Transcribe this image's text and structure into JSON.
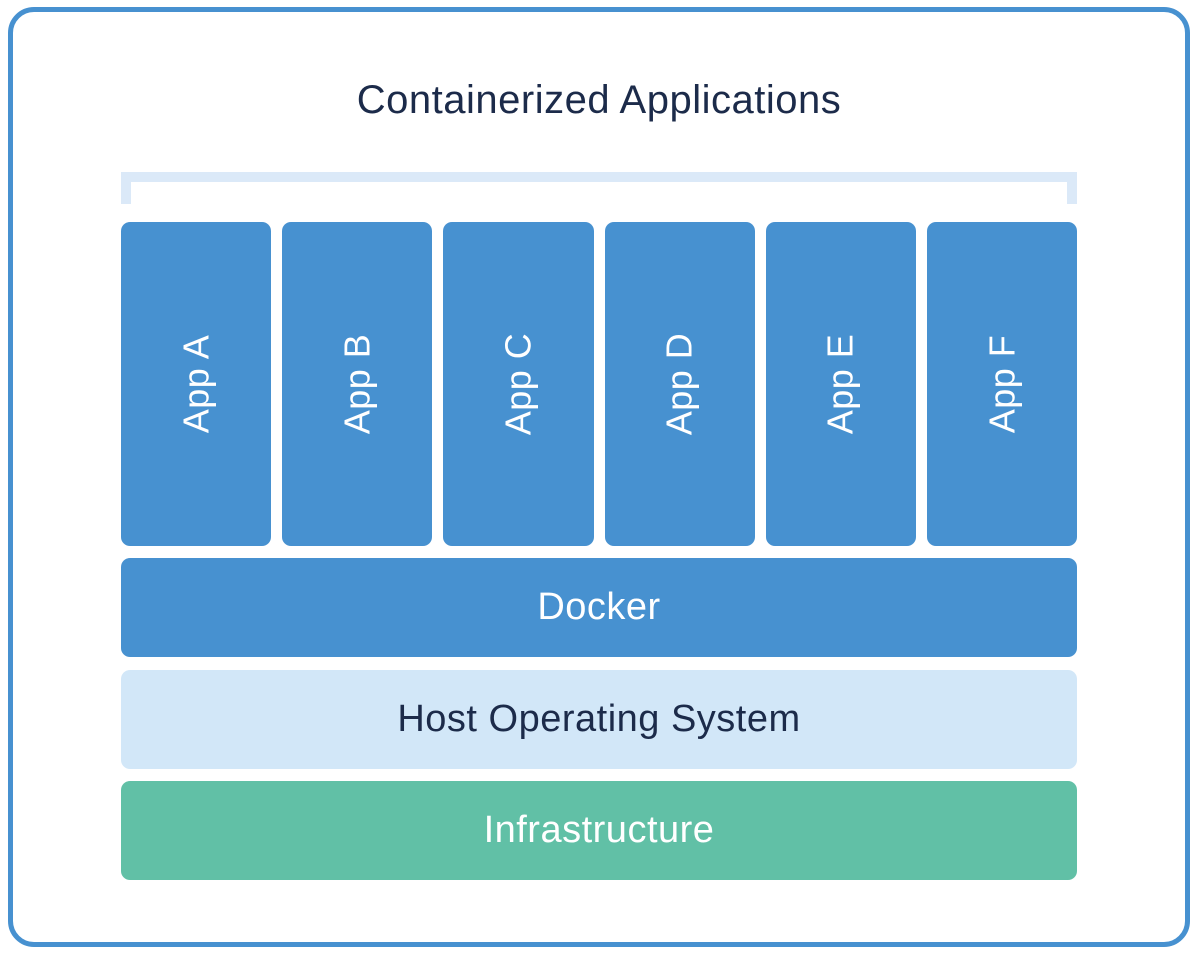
{
  "diagram": {
    "title": "Containerized Applications",
    "apps": [
      "App A",
      "App B",
      "App C",
      "App D",
      "App E",
      "App F"
    ],
    "layers": [
      {
        "id": "docker",
        "label": "Docker",
        "bg": "#4791d0",
        "text_color": "#ffffff"
      },
      {
        "id": "host-os",
        "label": "Host Operating System",
        "bg": "#d2e7f8",
        "text_color": "#1c2b4a"
      },
      {
        "id": "infrastructure",
        "label": "Infrastructure",
        "bg": "#61c0a6",
        "text_color": "#ffffff"
      }
    ],
    "colors": {
      "app_box": "#4791d0",
      "outer_border": "#4791d0",
      "bracket": "#dbe9f8",
      "title_text": "#1c2b4a",
      "background": "#ffffff"
    }
  }
}
